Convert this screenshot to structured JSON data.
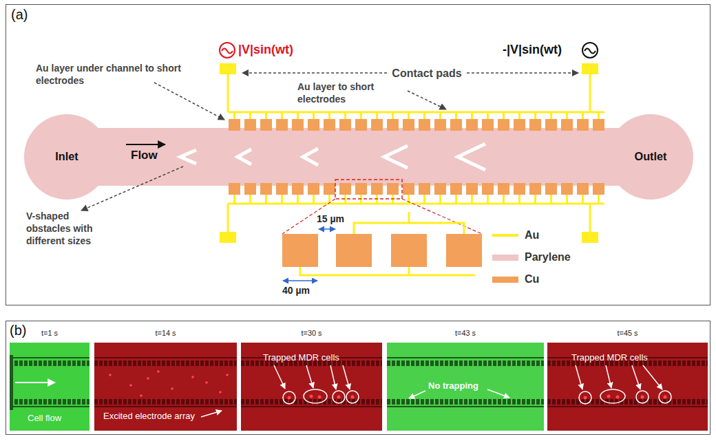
{
  "diagram": {
    "nodes": [
      {
        "text": [
          "(a)"
        ]
      },
      {
        "text": [
          "Inlet"
        ],
        "in": 0
      },
      {
        "text": [
          "Outlet"
        ],
        "in": 0
      },
      {
        "text": [
          "(b)"
        ]
      },
      {
        "text": [
          "t=1 s",
          "Cell flow"
        ],
        "in": 3
      },
      {
        "text": [
          "t=14 s",
          "Excited electrode array"
        ],
        "in": 3
      },
      {
        "text": [
          "t=30 s",
          "Trapped MDR cells"
        ],
        "in": 3
      },
      {
        "text": [
          "t=43 s",
          "No trapping"
        ],
        "in": 3
      },
      {
        "text": [
          "t=45 s",
          "Trapped MDR cells"
        ],
        "in": 3
      }
    ],
    "labels": [
      "|V|sin(wt)",
      "-|V|sin(wt)",
      "Contact pads",
      "Au layer under channel to short electrodes",
      "Au layer to short electrodes",
      "Flow",
      "V-shaped obstacles with different sizes",
      "15 µm",
      "40 µm"
    ],
    "legend": [
      {
        "text": "Au",
        "color": "#ffee22"
      },
      {
        "text": "Parylene",
        "color": "#efc5c5"
      },
      {
        "text": "Cu",
        "color": "#f2a05a"
      }
    ]
  }
}
